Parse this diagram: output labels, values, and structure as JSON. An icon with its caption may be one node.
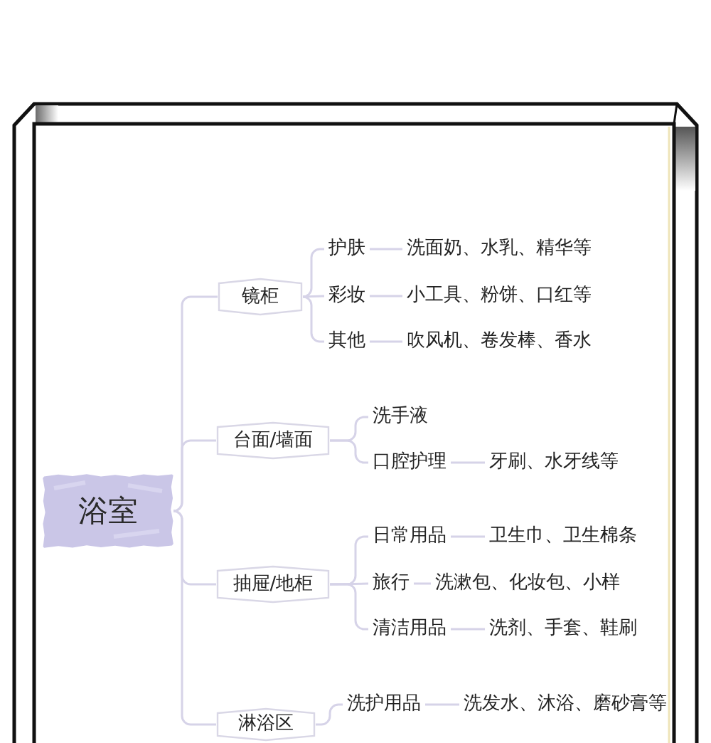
{
  "diagram": {
    "nodes": [
      {
        "text": [
          "浴室"
        ]
      },
      {
        "text": [
          "镜柜"
        ]
      },
      {
        "text": [
          "护肤"
        ]
      },
      {
        "text": [
          "洗面奶、水乳、精华等"
        ]
      },
      {
        "text": [
          "彩妆"
        ]
      },
      {
        "text": [
          "小工具、粉饼、口红等"
        ]
      },
      {
        "text": [
          "其他"
        ]
      },
      {
        "text": [
          "吹风机、卷发棒、香水"
        ]
      },
      {
        "text": [
          "台面/墙面"
        ]
      },
      {
        "text": [
          "洗手液"
        ]
      },
      {
        "text": [
          "口腔护理"
        ]
      },
      {
        "text": [
          "牙刷、水牙线等"
        ]
      },
      {
        "text": [
          "抽屉/地柜"
        ]
      },
      {
        "text": [
          "日常用品"
        ]
      },
      {
        "text": [
          "卫生巾、卫生棉条"
        ]
      },
      {
        "text": [
          "旅行"
        ]
      },
      {
        "text": [
          "洗漱包、化妆包、小样"
        ]
      },
      {
        "text": [
          "清洁用品"
        ]
      },
      {
        "text": [
          "洗剂、手套、鞋刷"
        ]
      },
      {
        "text": [
          "淋浴区"
        ]
      },
      {
        "text": [
          "洗护用品"
        ]
      },
      {
        "text": [
          "洗发水、沐浴、磨砂膏等"
        ]
      }
    ],
    "edges": [
      {
        "from": 0,
        "to": 1,
        "arrow": "none"
      },
      {
        "from": 0,
        "to": 8,
        "arrow": "none"
      },
      {
        "from": 0,
        "to": 12,
        "arrow": "none"
      },
      {
        "from": 0,
        "to": 19,
        "arrow": "none"
      },
      {
        "from": 1,
        "to": 2,
        "arrow": "none"
      },
      {
        "from": 1,
        "to": 4,
        "arrow": "none"
      },
      {
        "from": 1,
        "to": 6,
        "arrow": "none"
      },
      {
        "from": 2,
        "to": 3,
        "arrow": "none"
      },
      {
        "from": 4,
        "to": 5,
        "arrow": "none"
      },
      {
        "from": 6,
        "to": 7,
        "arrow": "none"
      },
      {
        "from": 8,
        "to": 9,
        "arrow": "none"
      },
      {
        "from": 8,
        "to": 10,
        "arrow": "none"
      },
      {
        "from": 10,
        "to": 11,
        "arrow": "none"
      },
      {
        "from": 12,
        "to": 13,
        "arrow": "none"
      },
      {
        "from": 12,
        "to": 15,
        "arrow": "none"
      },
      {
        "from": 12,
        "to": 17,
        "arrow": "none"
      },
      {
        "from": 13,
        "to": 14,
        "arrow": "none"
      },
      {
        "from": 15,
        "to": 16,
        "arrow": "none"
      },
      {
        "from": 17,
        "to": 18,
        "arrow": "none"
      },
      {
        "from": 19,
        "to": 20,
        "arrow": "none"
      },
      {
        "from": 20,
        "to": 21,
        "arrow": "none"
      }
    ]
  }
}
